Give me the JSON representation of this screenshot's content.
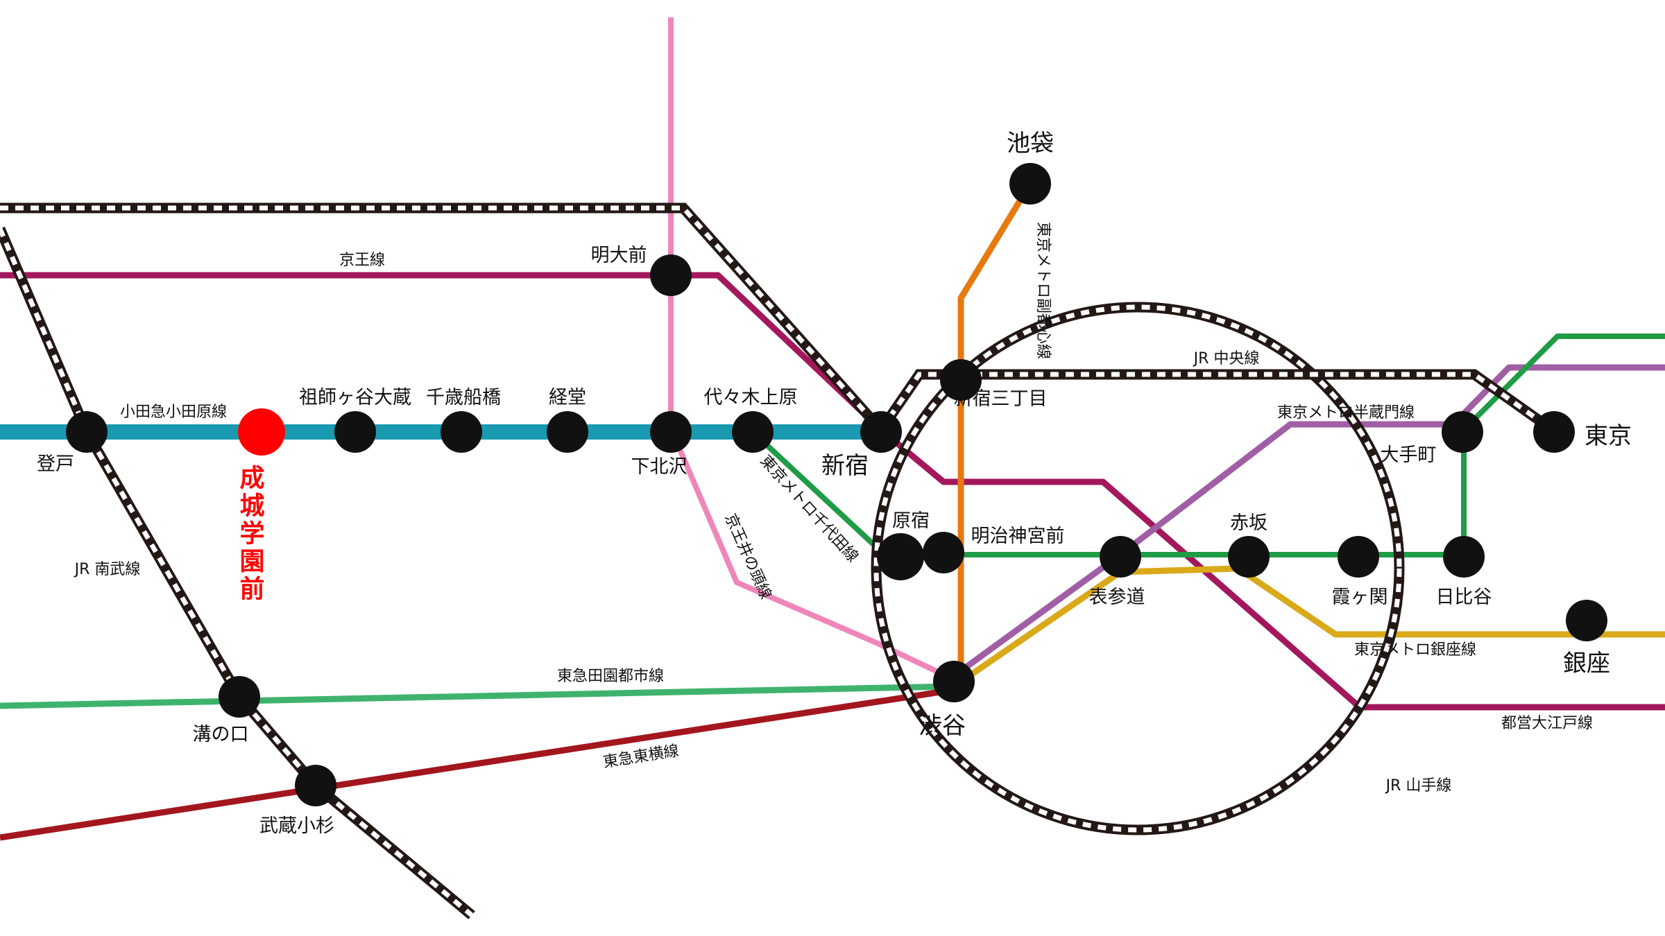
{
  "title": "",
  "colors": {
    "jr": "#231815",
    "odakyu": "#1a9ab0",
    "keio": "#a3185c",
    "inokashira": "#ef86ba",
    "chiyoda": "#1f9c45",
    "marunouchi_fukutoshin": "#e8790f",
    "hanzomon": "#a05fa5",
    "ginza": "#d9a91a",
    "oedo": "#b73a8f",
    "denentoshi": "#3fb36e",
    "toyoko": "#a3161e",
    "target": "#ff0000",
    "station": "#111111"
  },
  "lines": {
    "keio": "京王線",
    "odakyu": "小田急小田原線",
    "nambu": "JR 南武線",
    "denentoshi": "東急田園都市線",
    "toyoko": "東急東横線",
    "inokashira": "京王井の頭線",
    "chiyoda": "東京メトロ千代田線",
    "fukutoshin": "東京メトロ副都心線",
    "chuo": "JR 中央線",
    "hanzomon": "東京メトロ半蔵門線",
    "ginza_line": "東京メトロ銀座線",
    "oedo": "都営大江戸線",
    "yamanote": "JR 山手線"
  },
  "stations": {
    "noborito": "登戸",
    "seijo": "成城学園前",
    "soshigaya": "祖師ヶ谷大蔵",
    "chitose": "千歳船橋",
    "kyodo": "経堂",
    "shimokita": "下北沢",
    "yoyogiuehara": "代々木上原",
    "meidaimae": "明大前",
    "shinjuku": "新宿",
    "ikebukuro": "池袋",
    "shinjukusanchome": "新宿三丁目",
    "harajuku": "原宿",
    "meijijingumae": "明治神宮前",
    "omotesando": "表参道",
    "akasaka": "赤坂",
    "kasumigaseki": "霞ヶ関",
    "hibiya": "日比谷",
    "otemachi": "大手町",
    "tokyo": "東京",
    "ginza": "銀座",
    "shibuya": "渋谷",
    "mizonokuchi": "溝の口",
    "musashikosugi": "武蔵小杉"
  }
}
